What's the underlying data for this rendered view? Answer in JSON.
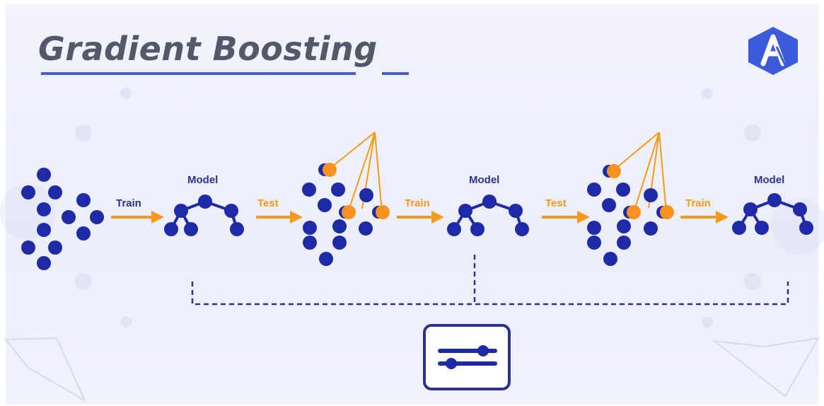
{
  "title": "Gradient Boosting",
  "logo": {
    "icon": "brand-logo-icon",
    "color": "#3b5bdb"
  },
  "labels": {
    "train": "Train",
    "test": "Test",
    "model": "Model"
  },
  "colors": {
    "node": "#1f2aa6",
    "highlight": "#f7931e",
    "connector": "#2c338f",
    "title_text": "#53586b",
    "accent_line": "#4a5fc9"
  },
  "aggregator_icon": "sliders-icon"
}
